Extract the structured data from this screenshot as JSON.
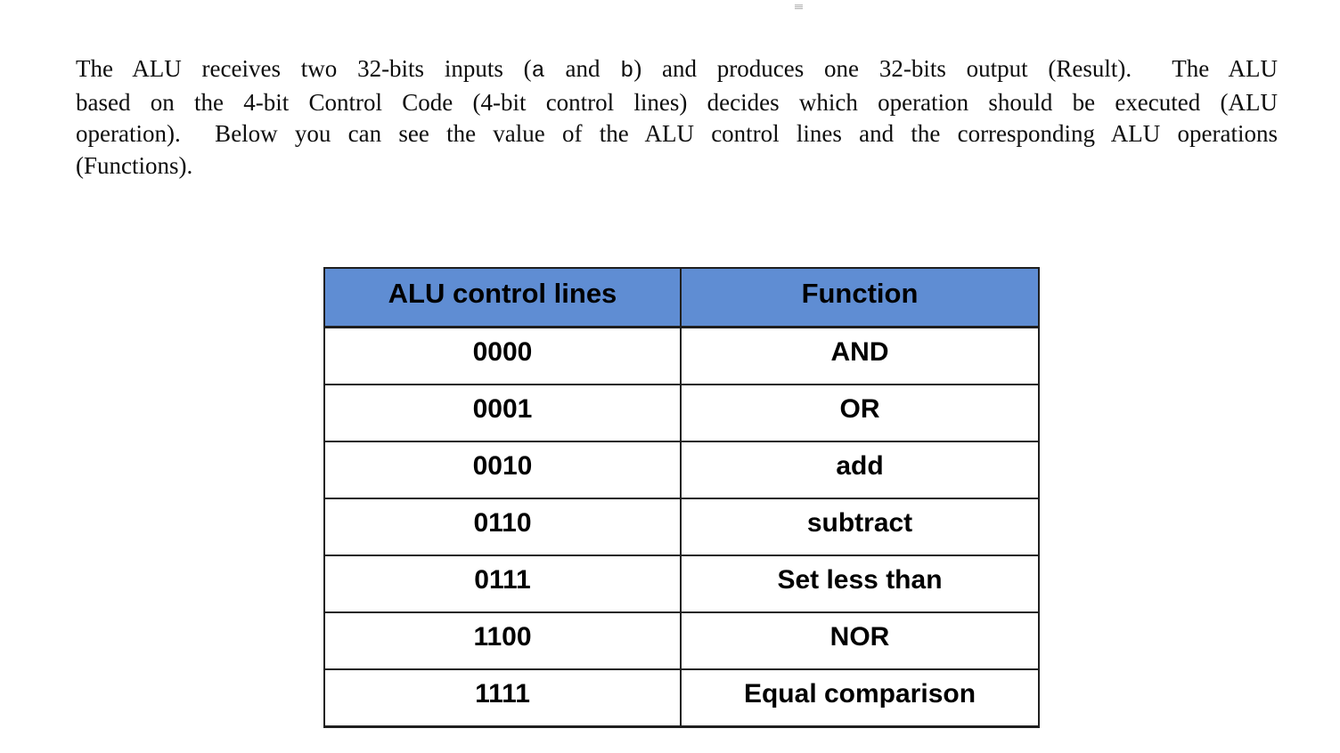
{
  "paragraph": {
    "line1_seg1": "The ALU receives two 32-bits inputs (",
    "line1_code_a": "a",
    "line1_seg2": " and ",
    "line1_code_b": "b",
    "line1_seg3": ") and produces one 32-bits output (Result).  The ALU",
    "line2": "based on the 4-bit Control Code (4-bit control lines) decides which operation should be executed (ALU",
    "line3": "operation).  Below you can see the value of the ALU control lines and the corresponding ALU operations",
    "line4": "(Functions)."
  },
  "table": {
    "header_bg": "#5f8dd3",
    "border_color": "#1f1f1f",
    "headers": [
      "ALU control lines",
      "Function"
    ],
    "rows": [
      {
        "control": "0000",
        "function": "AND"
      },
      {
        "control": "0001",
        "function": "OR"
      },
      {
        "control": "0010",
        "function": "add"
      },
      {
        "control": "0110",
        "function": "subtract"
      },
      {
        "control": "0111",
        "function": "Set less than"
      },
      {
        "control": "1100",
        "function": "NOR"
      },
      {
        "control": "1111",
        "function": "Equal comparison"
      }
    ]
  }
}
